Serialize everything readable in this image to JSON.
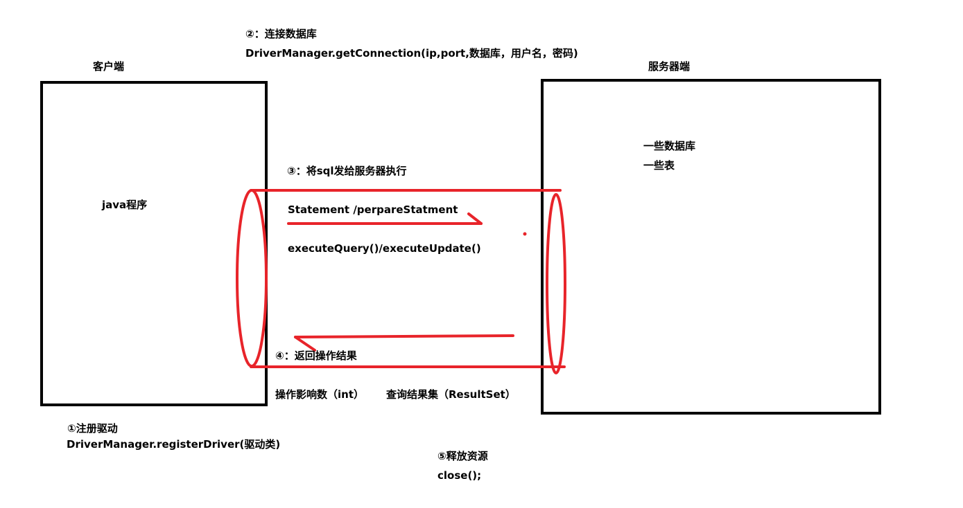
{
  "client": {
    "title": "客户端",
    "program": "java程序"
  },
  "server": {
    "title": "服务器端",
    "databases": "一些数据库",
    "tables": "一些表"
  },
  "step2": {
    "label": "②：连接数据库",
    "code": "DriverManager.getConnection(ip,port,数据库，用户名，密码)"
  },
  "step3": {
    "label": "③：将sql发给服务器执行",
    "statement": "Statement /perpareStatment",
    "execute": "executeQuery()/executeUpdate()"
  },
  "step4": {
    "label": "④：返回操作结果",
    "affected": "操作影响数（int）",
    "resultset": "查询结果集（ResultSet）"
  },
  "step1": {
    "label": "①注册驱动",
    "code": "DriverManager.registerDriver(驱动类)"
  },
  "step5": {
    "label": "⑤释放资源",
    "code": "close();"
  },
  "colors": {
    "box_border": "#000000",
    "pipe": "#e8242a",
    "text": "#000000"
  }
}
